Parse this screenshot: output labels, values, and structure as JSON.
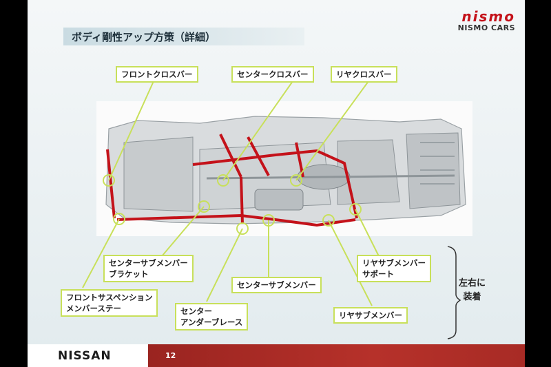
{
  "slide": {
    "title": "ボディ剛性アップ方策（詳細）",
    "logo_mark": "nismo",
    "logo_sub": "NISMO CARS",
    "brand": "NISSAN",
    "page_number": "12",
    "side_note_line1": "左右に",
    "side_note_line2": "装着"
  },
  "callouts": {
    "front_crossbar": "フロントクロスバー",
    "center_crossbar": "センタークロスバー",
    "rear_crossbar": "リヤクロスバー",
    "center_submember_bracket_l1": "センターサブメンバー",
    "center_submember_bracket_l2": "ブラケット",
    "front_suspension_stay_l1": "フロントサスペンション",
    "front_suspension_stay_l2": "メンバーステー",
    "center_under_brace_l1": "センター",
    "center_under_brace_l2": "アンダーブレース",
    "center_submember": "センターサブメンバー",
    "rear_submember_support_l1": "リヤサブメンバー",
    "rear_submember_support_l2": "サポート",
    "rear_submember": "リヤサブメンバー"
  },
  "colors": {
    "accent_red": "#c4121a",
    "callout_border": "#c8e05a",
    "footer_red": "#a82b25"
  }
}
